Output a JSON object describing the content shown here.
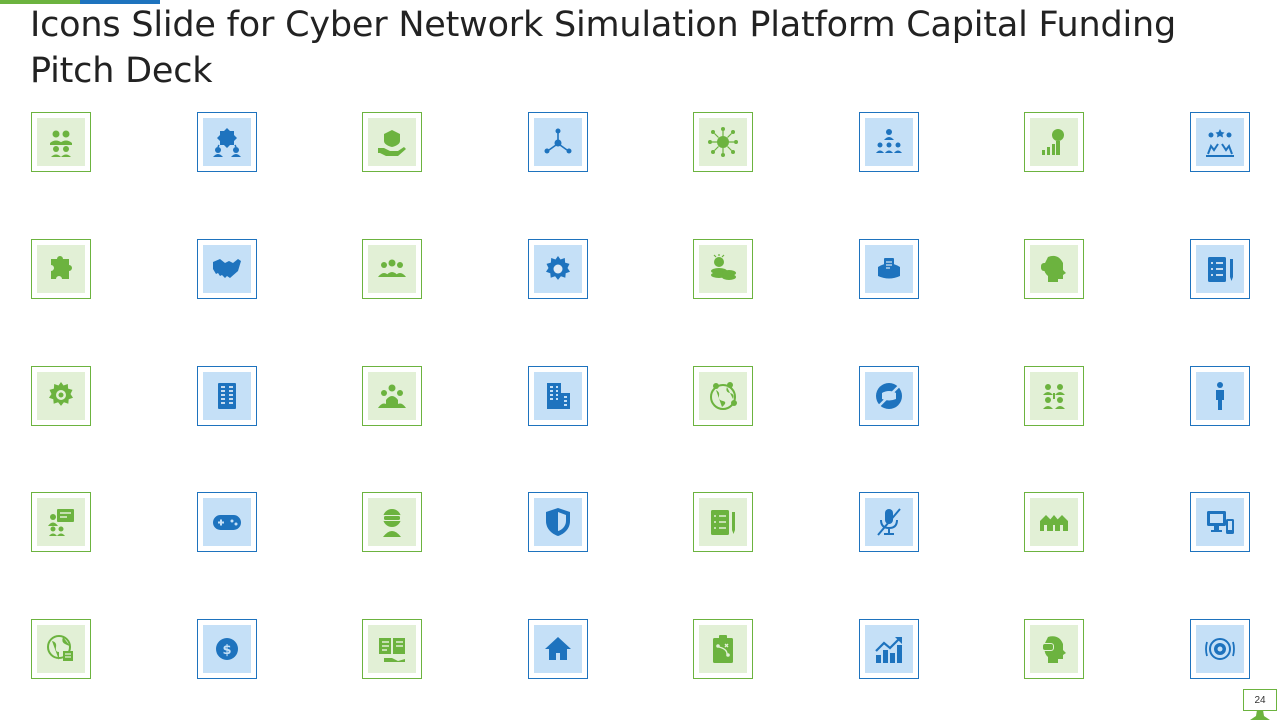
{
  "slide": {
    "title": "Icons Slide for Cyber Network Simulation Platform Capital Funding Pitch Deck",
    "page_number": "24"
  },
  "colors": {
    "green_accent": "#6cb33f",
    "green_fill": "#e2f0d6",
    "blue_accent": "#1e73be",
    "blue_fill": "#c5e0f7"
  },
  "icons": [
    {
      "name": "team-discussion-icon",
      "color": "green"
    },
    {
      "name": "organization-chart-icon",
      "color": "blue"
    },
    {
      "name": "hand-holding-plant-icon",
      "color": "green"
    },
    {
      "name": "network-node-icon",
      "color": "blue"
    },
    {
      "name": "dollar-network-icon",
      "color": "green"
    },
    {
      "name": "team-hierarchy-icon",
      "color": "blue"
    },
    {
      "name": "growth-idea-chart-icon",
      "color": "green"
    },
    {
      "name": "team-success-icon",
      "color": "blue"
    },
    {
      "name": "puzzle-piece-icon",
      "color": "green"
    },
    {
      "name": "handshake-icon",
      "color": "blue"
    },
    {
      "name": "group-of-people-icon",
      "color": "green"
    },
    {
      "name": "settings-gear-icon",
      "color": "blue"
    },
    {
      "name": "coin-stack-icon",
      "color": "green"
    },
    {
      "name": "vr-document-icon",
      "color": "blue"
    },
    {
      "name": "vr-headset-user-icon",
      "color": "green"
    },
    {
      "name": "checklist-document-icon",
      "color": "blue"
    },
    {
      "name": "gear-head-icon",
      "color": "green"
    },
    {
      "name": "server-rack-icon",
      "color": "blue"
    },
    {
      "name": "team-meeting-icon",
      "color": "green"
    },
    {
      "name": "office-building-icon",
      "color": "blue"
    },
    {
      "name": "global-locations-icon",
      "color": "green"
    },
    {
      "name": "no-virtual-reality-icon",
      "color": "blue"
    },
    {
      "name": "team-collaboration-icon",
      "color": "green"
    },
    {
      "name": "person-standing-icon",
      "color": "blue"
    },
    {
      "name": "presentation-user-icon",
      "color": "green"
    },
    {
      "name": "game-controller-icon",
      "color": "blue"
    },
    {
      "name": "vr-user-icon",
      "color": "green"
    },
    {
      "name": "security-shield-icon",
      "color": "blue"
    },
    {
      "name": "document-checklist-pen-icon",
      "color": "green"
    },
    {
      "name": "microphone-muted-icon",
      "color": "blue"
    },
    {
      "name": "houses-row-icon",
      "color": "green"
    },
    {
      "name": "computer-device-icon",
      "color": "blue"
    },
    {
      "name": "globe-tech-icon",
      "color": "green"
    },
    {
      "name": "dollar-coin-icon",
      "color": "blue"
    },
    {
      "name": "open-book-hand-icon",
      "color": "green"
    },
    {
      "name": "home-icon",
      "color": "blue"
    },
    {
      "name": "clipboard-strategy-icon",
      "color": "green"
    },
    {
      "name": "growth-bar-chart-icon",
      "color": "blue"
    },
    {
      "name": "vr-headset-profile-icon",
      "color": "green"
    },
    {
      "name": "webcam-device-icon",
      "color": "blue"
    }
  ]
}
